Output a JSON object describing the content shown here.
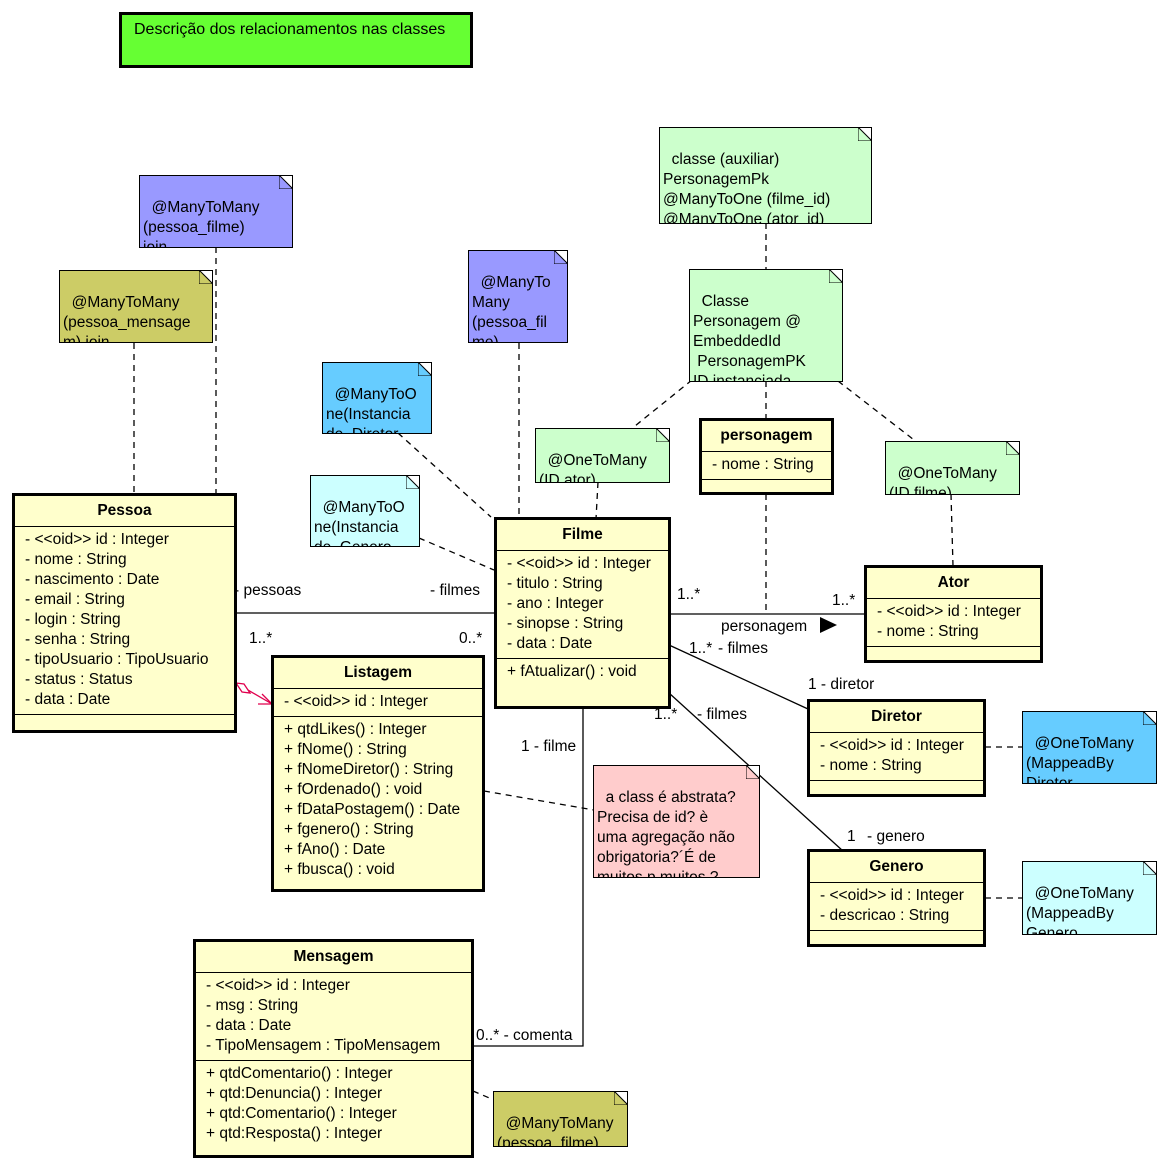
{
  "header": {
    "title": "Descrição dos relacionamentos nas classes"
  },
  "colors": {
    "title_bg": "#66ff33",
    "class_bg": "#ffffcc",
    "note_purple": "#9999ff",
    "note_olive": "#cccc66",
    "note_blue": "#66ccff",
    "note_cyan": "#ccffff",
    "note_green": "#ccffcc",
    "note_pink": "#ffcccc"
  },
  "classes": {
    "pessoa": {
      "name": "Pessoa",
      "attributes": [
        "- <<oid>> id : Integer",
        "- nome : String",
        "- nascimento : Date",
        "- email : String",
        "- login : String",
        "- senha : String",
        "- tipoUsuario : TipoUsuario",
        "- status : Status",
        "- data : Date"
      ],
      "operations": []
    },
    "filme": {
      "name": "Filme",
      "attributes": [
        "- <<oid>> id : Integer",
        "- titulo : String",
        "- ano : Integer",
        "- sinopse : String",
        "- data : Date"
      ],
      "operations": [
        "+ fAtualizar() : void"
      ]
    },
    "listagem": {
      "name": "Listagem",
      "attributes": [
        "- <<oid>> id : Integer"
      ],
      "operations": [
        "+ qtdLikes() : Integer",
        "+ fNome() : String",
        "+ fNomeDiretor() : String",
        "+ fOrdenado() : void",
        "+ fDataPostagem() : Date",
        "+ fgenero() : String",
        "+ fAno() : Date",
        "+ fbusca() : void"
      ]
    },
    "mensagem": {
      "name": "Mensagem",
      "attributes": [
        "- <<oid>> id : Integer",
        "- msg : String",
        "- data : Date",
        "- TipoMensagem : TipoMensagem"
      ],
      "operations": [
        "+ qtdComentario() : Integer",
        "+ qtd:Denuncia() : Integer",
        "+ qtd:Comentario() : Integer",
        "+ qtd:Resposta() : Integer"
      ]
    },
    "personagem": {
      "name": "personagem",
      "attributes": [
        "- nome : String"
      ],
      "operations": []
    },
    "ator": {
      "name": "Ator",
      "attributes": [
        "- <<oid>> id : Integer",
        "- nome : String"
      ],
      "operations": []
    },
    "diretor": {
      "name": "Diretor",
      "attributes": [
        "- <<oid>> id : Integer",
        "- nome : String"
      ],
      "operations": []
    },
    "genero": {
      "name": "Genero",
      "attributes": [
        "- <<oid>> id : Integer",
        "- descricao : String"
      ],
      "operations": []
    }
  },
  "notes": {
    "pessoa_filme_join": "@ManyToMany\n(pessoa_filme)\njoin",
    "pessoa_mensagem_join": "@ManyToMany\n(pessoa_mensage\nm) join",
    "filme_pessoa": "@ManyTo\nMany\n(pessoa_fil\nme)",
    "filme_diretor": "@ManyToO\nne(Instancia\nde  Diretor",
    "filme_genero": "@ManyToO\nne(Instancia\nde  Genero",
    "personagem_pk": "classe (auxiliar)\nPersonagemPk\n@ManyToOne (filme_id)\n@ManyToOne (ator_id)",
    "personagem_embedded": "Classe\nPersonagem @\nEmbeddedId\n PersonagemPK\nID instanciada",
    "filme_ator": "@OneToMany\n(ID.ator)",
    "ator_filme": "@OneToMany\n(ID.filme)",
    "diretor_note": "@OneToMany\n(MappeadBy\nDiretor",
    "genero_note": "@OneToMany\n(MappeadBy\nGenero",
    "listagem_question": "a class é abstrata?\nPrecisa de id? è\numa agregação não\nobrigatoria?´É de\nmuitos p muitos ?",
    "mensagem_note": "@ManyToMany\n(pessoa_filme)"
  },
  "labels": {
    "pessoas": "- pessoas",
    "filmes_pessoa": "- filmes",
    "mult_pessoa": "1..*",
    "mult_filme_pessoa": "0..*",
    "mult_filme_ator": "1..*",
    "mult_ator": "1..*",
    "personagem": "personagem",
    "mult_filmes_diretor": "1..*",
    "filmes_diretor": "- filmes",
    "diretor_role": "1 - diretor",
    "mult_filmes_genero": "1..*",
    "filmes_genero": "- filmes",
    "genero_mult": "1",
    "genero_role": "- genero",
    "filme_role": "1 - filme",
    "comenta": "0..* - comenta"
  }
}
